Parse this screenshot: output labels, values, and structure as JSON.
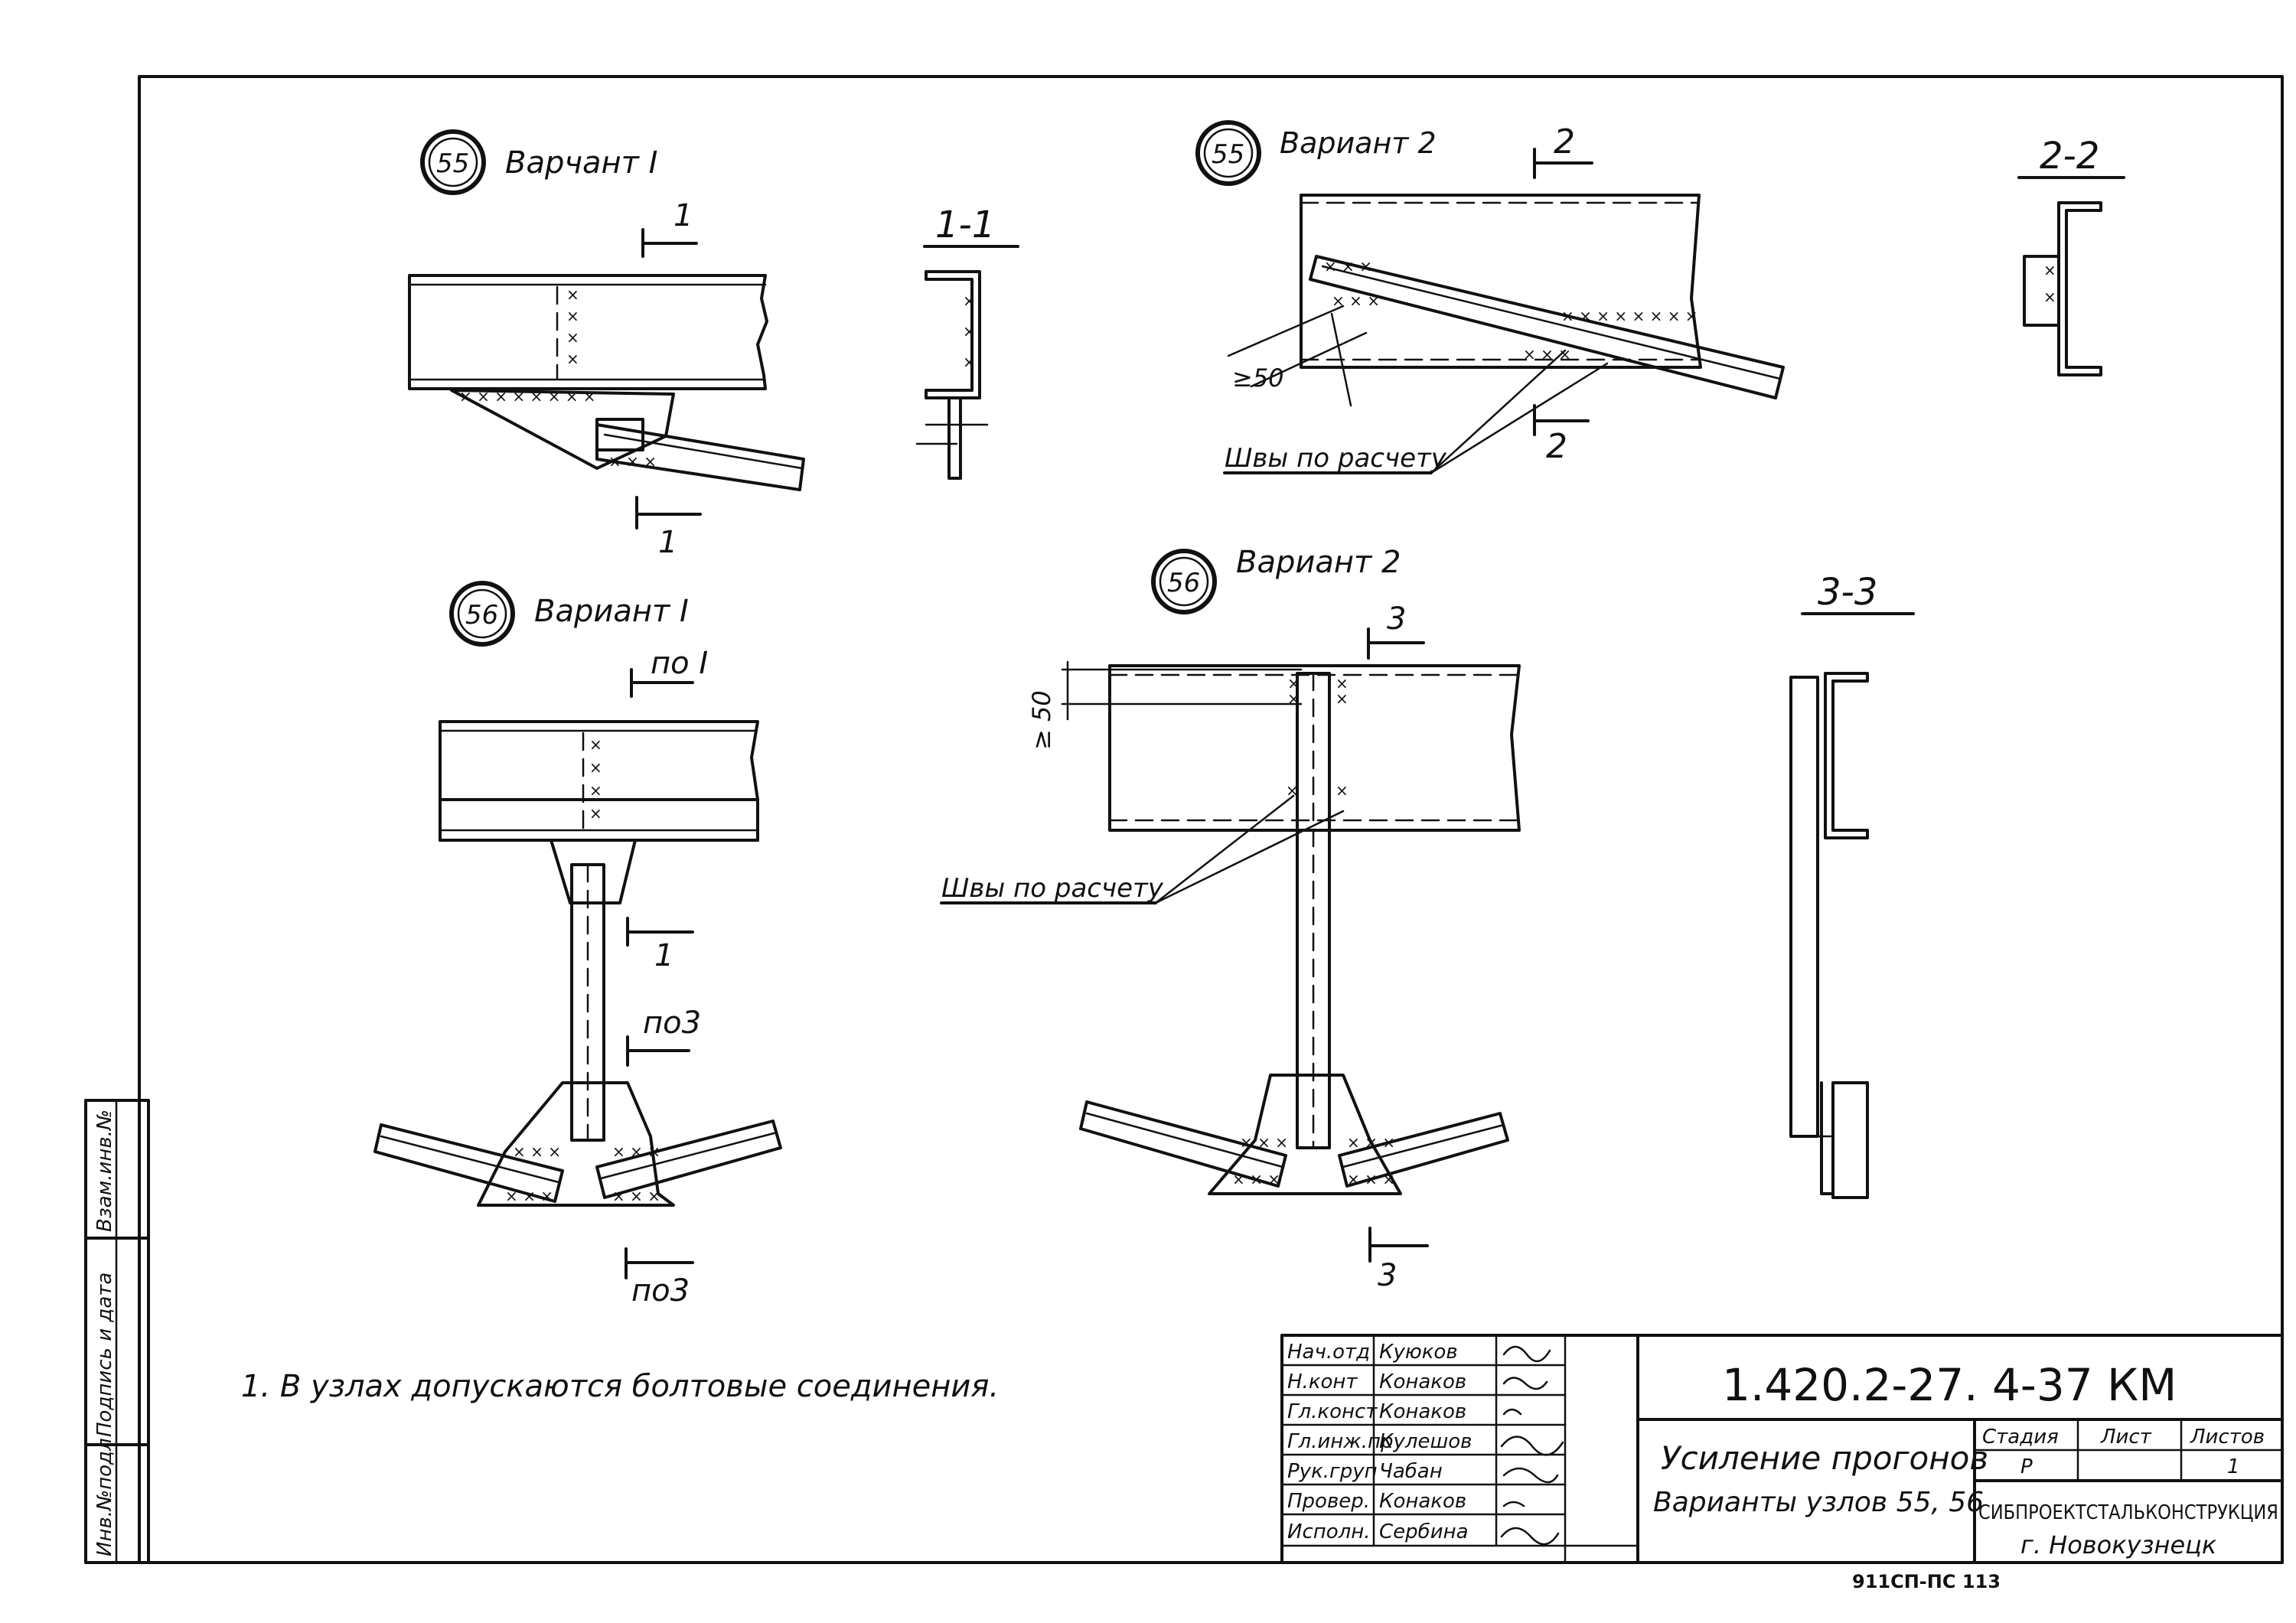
{
  "details": {
    "d55v1": {
      "node": "55",
      "variant": "Варчант I"
    },
    "d55v2": {
      "node": "55",
      "variant": "Вариант 2"
    },
    "d56v1": {
      "node": "56",
      "variant": "Вариант I"
    },
    "d56v2": {
      "node": "56",
      "variant": "Вариант 2"
    }
  },
  "section_cuts": {
    "s11_title": "1-1",
    "s22_title": "2-2",
    "s33_title": "3-3",
    "cut1_top": "1",
    "cut1_bottom": "1",
    "cut2_top": "2",
    "cut2_bottom": "2",
    "cut3_top": "3",
    "cut3_bottom": "3",
    "po1": "по I",
    "cut1_mid": "1",
    "po3_mid": "по3",
    "po3_bottom": "по3"
  },
  "dimensions": {
    "min50_a": "≥50",
    "min50_b": "≥ 50"
  },
  "callouts": {
    "welds_a": "Швы по расчету",
    "welds_b": "Швы по расчету"
  },
  "note": "1. В узлах допускаются болтовые соединения.",
  "title_block": {
    "roles": [
      {
        "role": "Нач.отд",
        "name": "Куюков"
      },
      {
        "role": "Н.конт",
        "name": "Конаков"
      },
      {
        "role": "Гл.конст",
        "name": "Конаков"
      },
      {
        "role": "Гл.инж.пр",
        "name": "Кулешов"
      },
      {
        "role": "Рук.груп",
        "name": "Чабан"
      },
      {
        "role": "Провер.",
        "name": "Конаков"
      },
      {
        "role": "Исполн.",
        "name": "Сербина"
      }
    ],
    "code": "1.420.2-27. 4-37 КМ",
    "title_line1": "Усиление прогонов",
    "title_line2": "Варианты узлов 55, 56",
    "stage_header": "Стадия",
    "sheet_header": "Лист",
    "sheets_header": "Листов",
    "stage_value": "Р",
    "sheets_value": "1",
    "org_line1": "СИБПРОЕКТСТАЛЬКОНСТРУКЦИЯ",
    "org_line2": "г. Новокузнецк"
  },
  "left_stamp": {
    "inv_podl": "Инв.№подл",
    "podpis_data": "Подпись и дата",
    "vzam_inv": "Взам.инв.№"
  },
  "footer_code": "911СП-ПС   113"
}
